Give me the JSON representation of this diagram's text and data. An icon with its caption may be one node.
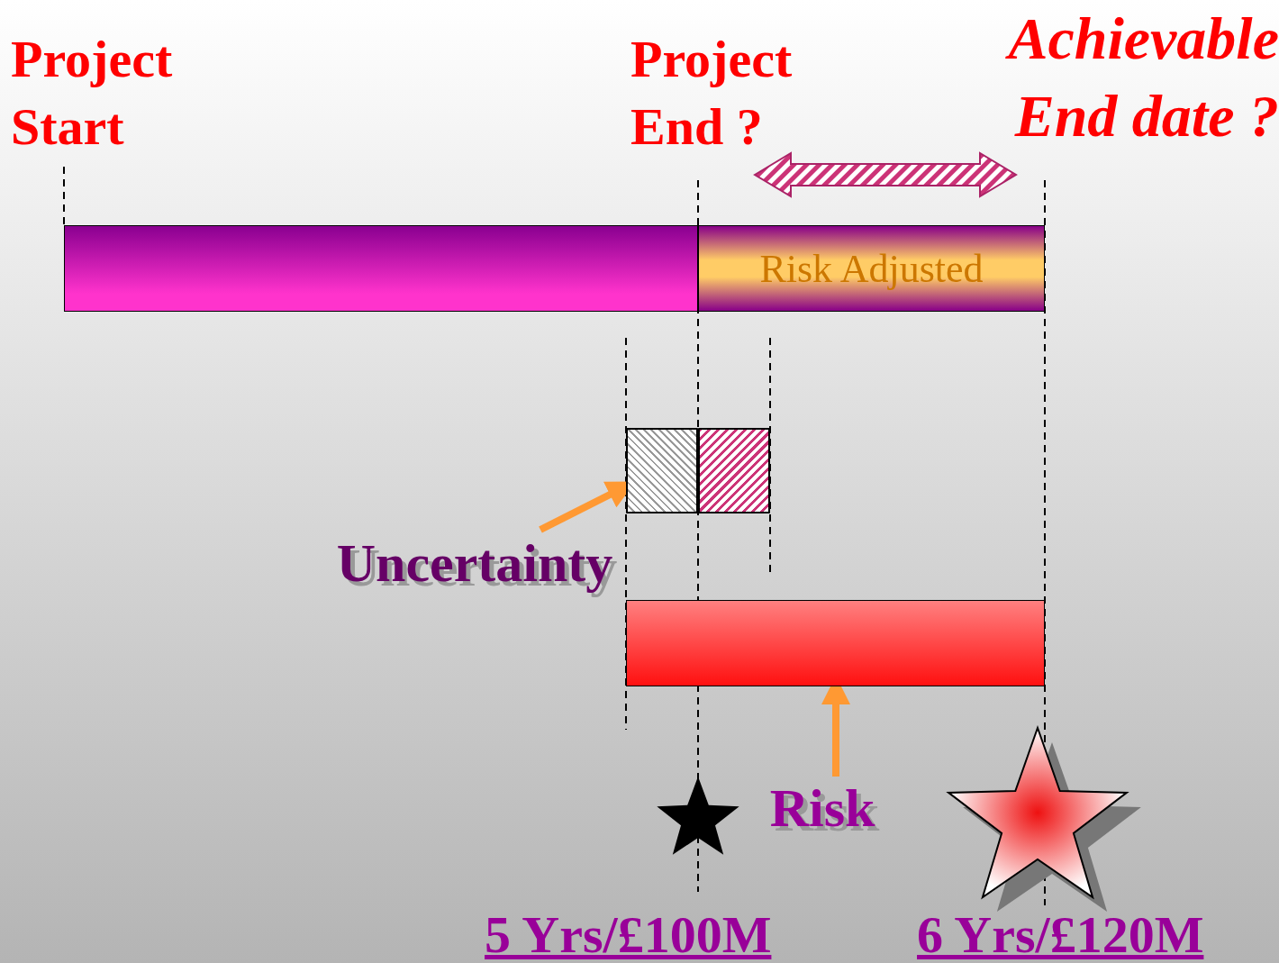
{
  "diagram": {
    "nodes": [
      {
        "text": [],
        "shape": "bar"
      },
      {
        "text": [
          "Risk Adjusted"
        ]
      },
      {
        "text": [],
        "shape": "box"
      },
      {
        "text": [],
        "shape": "box"
      },
      {
        "text": [],
        "shape": "bar"
      },
      {
        "text": [
          "Uncertainty"
        ]
      },
      {
        "text": [
          "Risk"
        ]
      }
    ],
    "edges": [
      {
        "from": 5,
        "to": 2,
        "arrow": "to"
      },
      {
        "from": 6,
        "to": 4,
        "arrow": "to"
      }
    ],
    "labels": [
      "Project Start",
      "Project End ?",
      "Achievable End date ?",
      "5 Yrs/£100M",
      "6 Yrs/£120M"
    ]
  }
}
